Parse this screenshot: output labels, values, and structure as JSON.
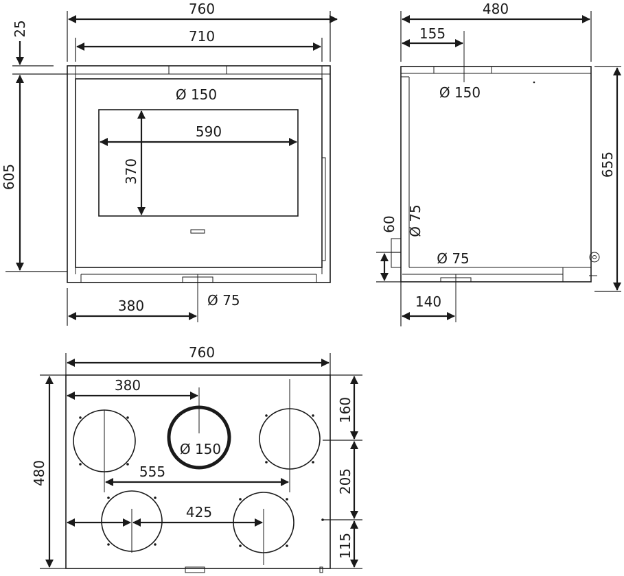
{
  "front_view": {
    "width_outer": "760",
    "width_top": "710",
    "top_offset": "25",
    "height": "605",
    "flue_outlet": "Ø 150",
    "glass_width": "590",
    "glass_height": "370",
    "air_inlet": "Ø 75",
    "air_inlet_position": "380"
  },
  "side_view": {
    "depth": "480",
    "flue_position": "155",
    "flue_outlet": "Ø 150",
    "height": "655",
    "inlet_height": "60",
    "inlet_vertical": "Ø 75",
    "inlet_horizontal": "Ø 75",
    "inlet_position": "140"
  },
  "top_view": {
    "width": "760",
    "center_position": "380",
    "flue_outlet": "Ø 150",
    "depth": "480",
    "rear_row_offset": "160",
    "row_spacing": "205",
    "front_row_offset": "115",
    "rear_outer_spacing": "555",
    "front_spacing": "425"
  }
}
